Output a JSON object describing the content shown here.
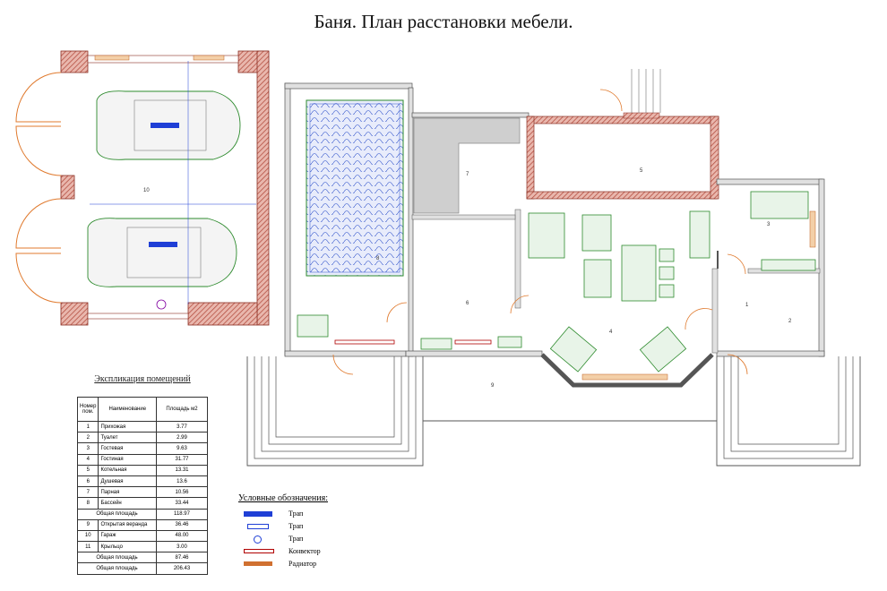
{
  "title": "Баня. План расстановки мебели.",
  "explication": {
    "title": "Экспликация помещений",
    "headers": {
      "num": "Номер пом.",
      "name": "Наименование",
      "area": "Площадь м2"
    },
    "rows": [
      {
        "num": "1",
        "name": "Прихожая",
        "area": "3.77"
      },
      {
        "num": "2",
        "name": "Туалет",
        "area": "2.99"
      },
      {
        "num": "3",
        "name": "Гостевая",
        "area": "9.63"
      },
      {
        "num": "4",
        "name": "Гостиная",
        "area": "31.77"
      },
      {
        "num": "5",
        "name": "Котельная",
        "area": "13.31"
      },
      {
        "num": "6",
        "name": "Душевая",
        "area": "13.6"
      },
      {
        "num": "7",
        "name": "Парная",
        "area": "10.56"
      },
      {
        "num": "8",
        "name": "Бассейн",
        "area": "33.44"
      }
    ],
    "subtotal": {
      "name": "Общая площадь",
      "area": "118.97"
    },
    "rows2": [
      {
        "num": "9",
        "name": "Открытая веранда",
        "area": "36.46"
      },
      {
        "num": "10",
        "name": "Гараж",
        "area": "48.00"
      },
      {
        "num": "11",
        "name": "Крыльцо",
        "area": "3.00"
      }
    ],
    "subtotal2": {
      "name": "Общая площадь",
      "area": "87.46"
    },
    "total": {
      "name": "Общая площадь",
      "area": "206.43"
    }
  },
  "legend": {
    "title": "Условные обозначения:",
    "items": [
      {
        "label": "Трап",
        "color": "#1f3fd6"
      },
      {
        "label": "Трап",
        "color": "#1f3fd6"
      },
      {
        "label": "Трап",
        "color": "#1f3fd6"
      },
      {
        "label": "Конвектор",
        "color": "#b00000"
      },
      {
        "label": "Радиатор",
        "color": "#d07030"
      }
    ]
  },
  "rooms": {
    "r1": "1",
    "r2": "2",
    "r3": "3",
    "r4": "4",
    "r5": "5",
    "r6": "6",
    "r7": "7",
    "r8": "8",
    "r9": "9",
    "r10": "10"
  },
  "colors": {
    "wall": "#c0504d",
    "furniture": "#2e8b2e",
    "pool": "#3355cc",
    "steam": "#9e9e9e"
  }
}
